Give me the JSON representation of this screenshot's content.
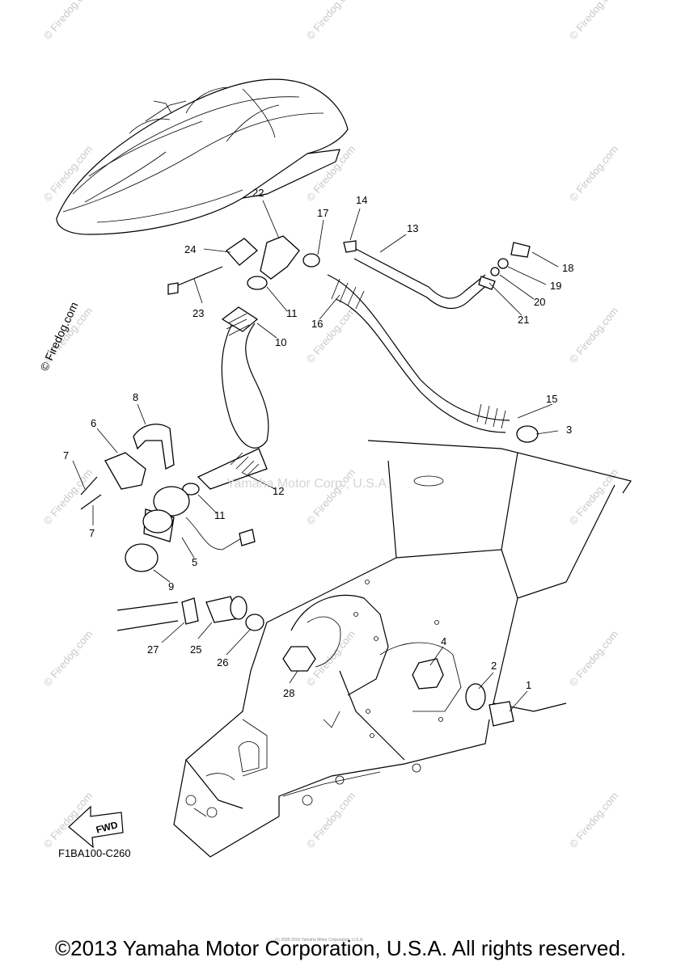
{
  "diagram": {
    "code": "F1BA100-C260",
    "center_watermark": "Yamaha Motor Corp., U.S.A.",
    "side_watermark": "© Firedog.com",
    "tile_watermark": "© Firedog.com",
    "fwd_label": "FWD",
    "parts": [
      "1",
      "2",
      "3",
      "4",
      "5",
      "6",
      "7",
      "7",
      "8",
      "9",
      "10",
      "11",
      "11",
      "12",
      "13",
      "14",
      "15",
      "16",
      "17",
      "18",
      "19",
      "20",
      "21",
      "22",
      "23",
      "24",
      "25",
      "26",
      "27",
      "28"
    ]
  },
  "footer": {
    "copyright": "©2013 Yamaha Motor Corporation, U.S.A. All rights reserved.",
    "small_note": "(c) 2005-2016 Yamaha Motor Corporation, U.S.A."
  }
}
